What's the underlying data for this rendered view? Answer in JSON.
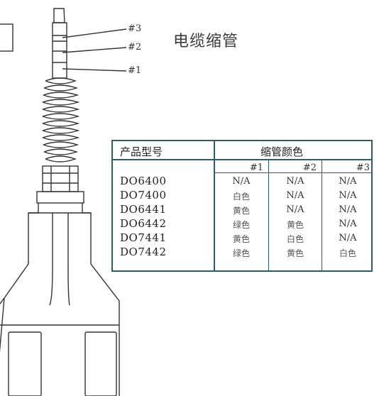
{
  "title": "电缆缩管",
  "callouts": [
    "#3",
    "#2",
    "#1"
  ],
  "table": {
    "header_model": "产品型号",
    "header_color": "缩管颜色",
    "sub_headers": [
      "#1",
      "#2",
      "#3"
    ],
    "rows": [
      {
        "model": "DO6400",
        "c1": "N/A",
        "c2": "N/A",
        "c3": "N/A"
      },
      {
        "model": "DO7400",
        "c1": "白色",
        "c2": "N/A",
        "c3": "N/A"
      },
      {
        "model": "DO6441",
        "c1": "黄色",
        "c2": "N/A",
        "c3": "N/A"
      },
      {
        "model": "DO6442",
        "c1": "绿色",
        "c2": "黄色",
        "c3": "N/A"
      },
      {
        "model": "DO7441",
        "c1": "黄色",
        "c2": "白色",
        "c3": "N/A"
      },
      {
        "model": "DO7442",
        "c1": "绿色",
        "c2": "黄色",
        "c3": "白色"
      }
    ]
  },
  "colors": {
    "table_line": "#2d5d68",
    "drawing_line": "#333333"
  }
}
